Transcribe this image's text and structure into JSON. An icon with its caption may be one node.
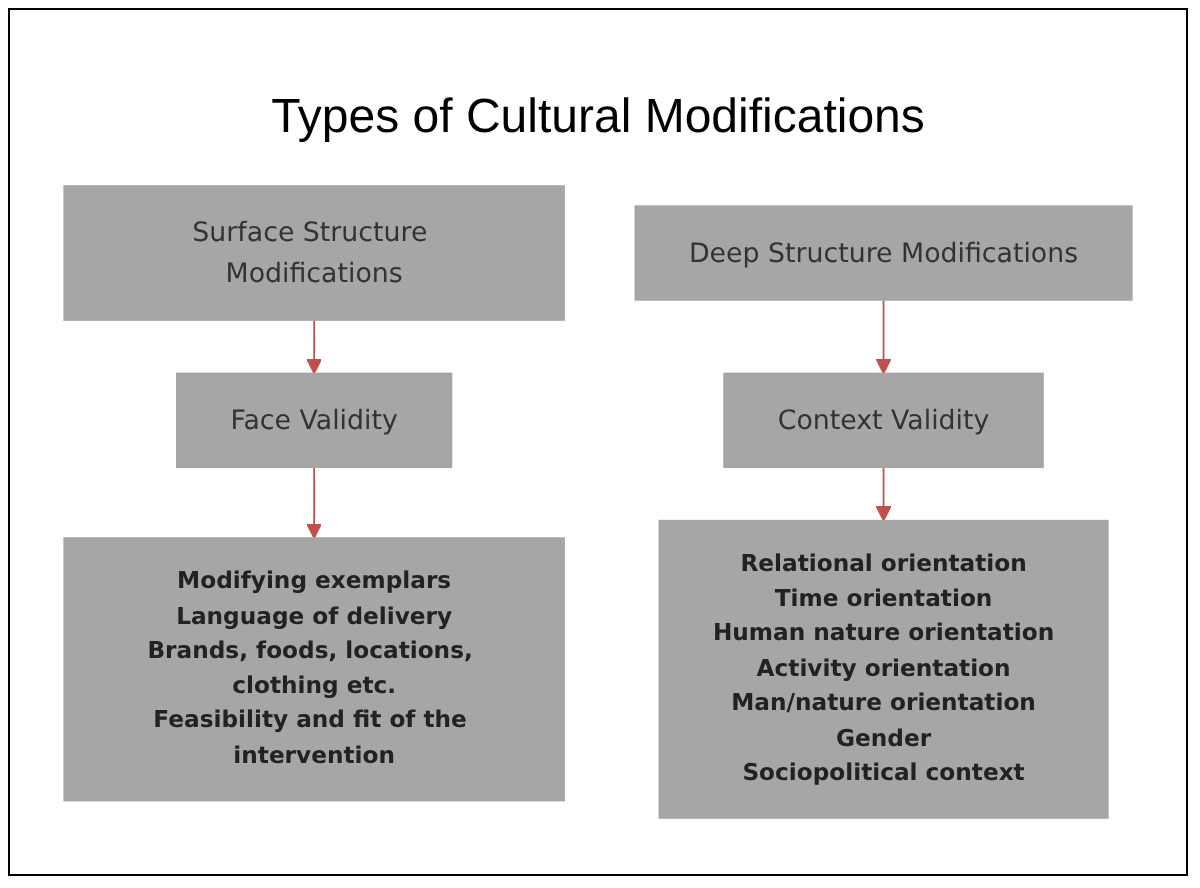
{
  "diagram": {
    "title": "Types of Cultural Modifications",
    "nodes": [
      {
        "text": [
          "Surface Structure Modifications"
        ]
      },
      {
        "text": [
          "Deep Structure Modifications"
        ]
      },
      {
        "text": [
          "Face Validity"
        ]
      },
      {
        "text": [
          "Context Validity"
        ]
      },
      {
        "text": [
          "Modifying exemplars",
          "Language of delivery",
          "Brands, foods, locations, clothing etc.",
          "Feasibility and fit of the intervention"
        ]
      },
      {
        "text": [
          "Relational orientation",
          "Time orientation",
          "Human nature orientation",
          "Activity orientation",
          "Man/nature orientation",
          "Gender",
          "Sociopolitical context"
        ]
      }
    ],
    "edges": [
      {
        "from": 0,
        "to": 2,
        "arrow": "to"
      },
      {
        "from": 2,
        "to": 4,
        "arrow": "to"
      },
      {
        "from": 1,
        "to": 3,
        "arrow": "to"
      },
      {
        "from": 3,
        "to": 5,
        "arrow": "to"
      }
    ]
  }
}
